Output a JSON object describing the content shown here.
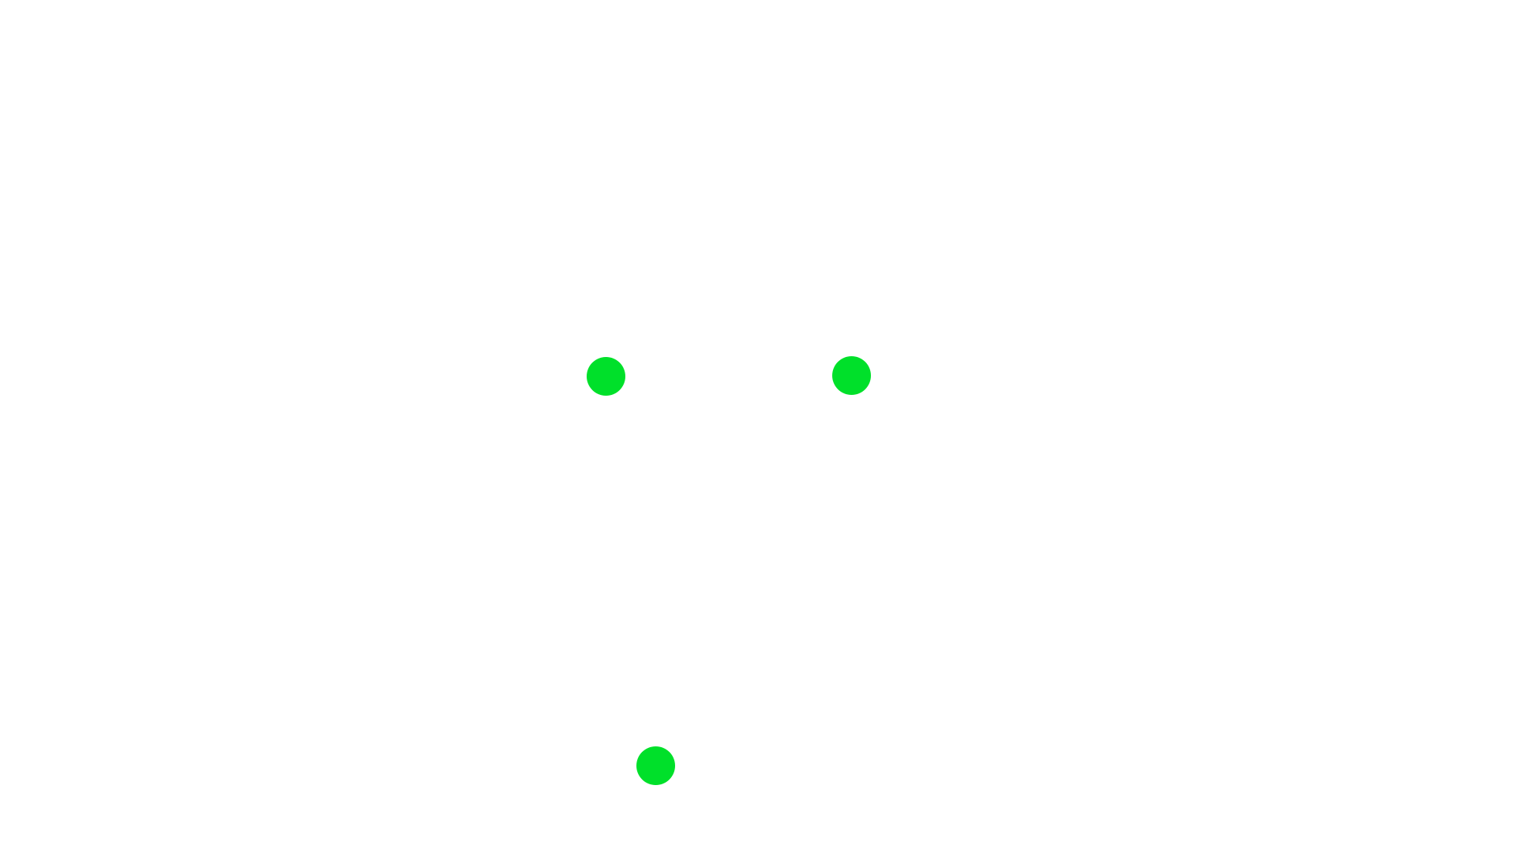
{
  "canvas": {
    "background_color": "#ffffff"
  },
  "targets": [
    {
      "shape": "circle",
      "color": "#00e02a",
      "icon": "green-dot"
    },
    {
      "shape": "circle",
      "color": "#00e02a",
      "icon": "green-dot"
    },
    {
      "shape": "circle",
      "color": "#00e02a",
      "icon": "green-dot"
    }
  ]
}
